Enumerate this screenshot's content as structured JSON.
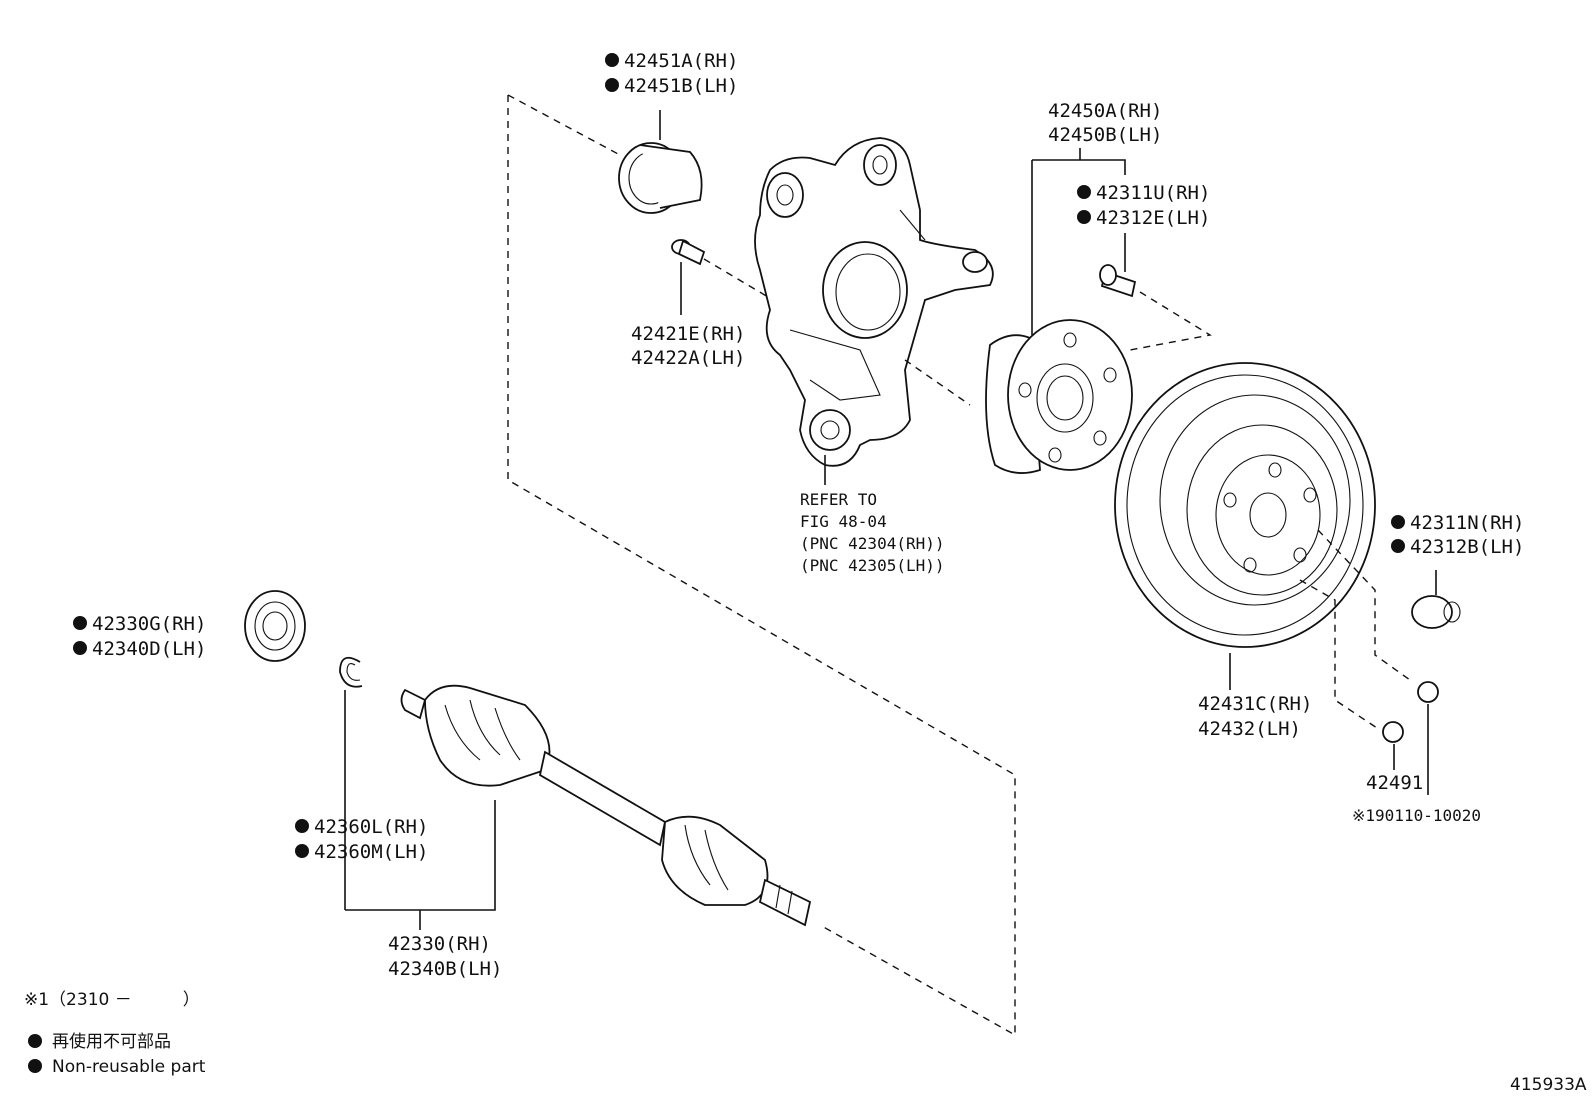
{
  "labels": {
    "p42451": [
      "42451A(RH)",
      "42451B(LH)"
    ],
    "p42450": [
      "42450A(RH)",
      "42450B(LH)"
    ],
    "p42311u": [
      "42311U(RH)",
      "42312E(LH)"
    ],
    "p42421": [
      "42421E(RH)",
      "42422A(LH)"
    ],
    "refer": [
      "REFER TO",
      "FIG 48-04",
      "(PNC 42304(RH))",
      "(PNC 42305(LH))"
    ],
    "p42311n": [
      "42311N(RH)",
      "42312B(LH)"
    ],
    "p42330g": [
      "42330G(RH)",
      "42340D(LH)"
    ],
    "p42431": [
      "42431C(RH)",
      "42432(LH)"
    ],
    "p42491": "42491",
    "p19011": "※190110-10020",
    "p42360": [
      "42360L(RH)",
      "42360M(LH)"
    ],
    "p42330": [
      "42330(RH)",
      "42340B(LH)"
    ]
  },
  "legend": {
    "note": "※1（2310 －　　　）",
    "nonreusable_jp": "再使用不可部品",
    "nonreusable_en": "Non-reusable part"
  },
  "diagram_id": "415933A"
}
